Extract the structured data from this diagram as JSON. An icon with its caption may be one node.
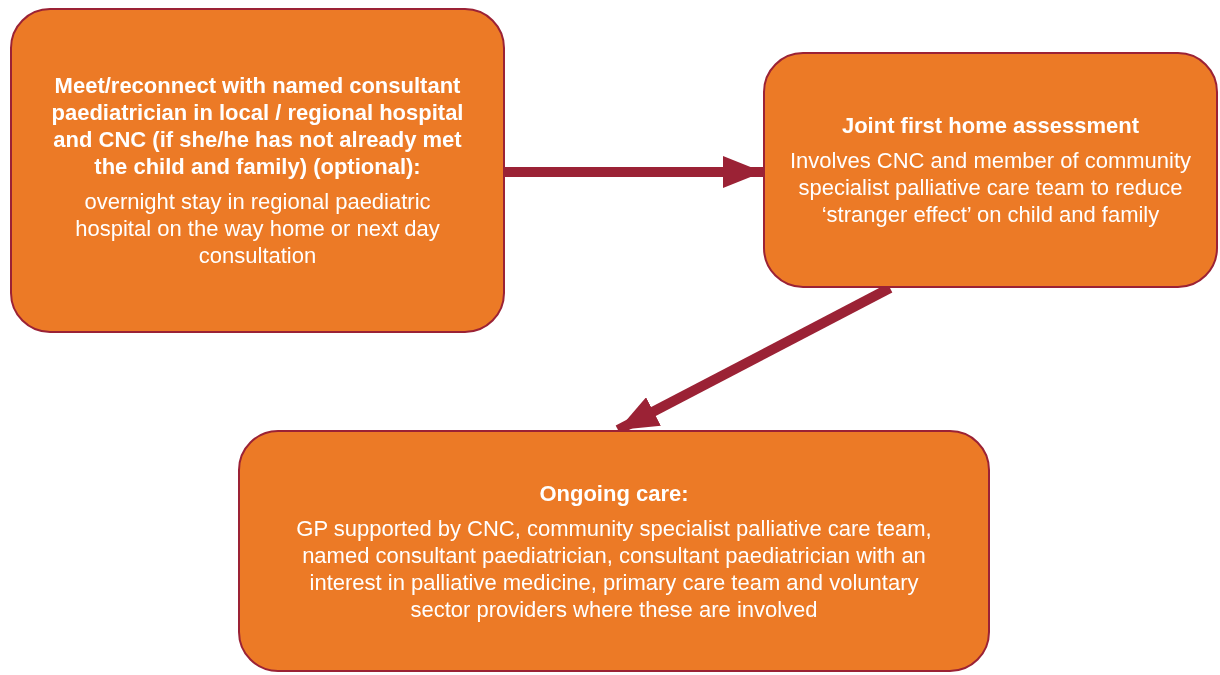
{
  "diagram": {
    "nodes": [
      {
        "text": [
          "Meet/reconnect with named consultant paediatrician in local / regional hospital and CNC (if she/he has not already met the child and family) (optional):",
          "overnight stay in regional paediatric hospital on the way home or next day consultation"
        ]
      },
      {
        "text": [
          "Joint first home assessment",
          "Involves CNC and member of community specialist palliative care team to reduce ‘stranger effect’ on child and family"
        ]
      },
      {
        "text": [
          "Ongoing care:",
          "GP supported by CNC, community specialist palliative care team, named  consultant paediatrician, consultant paediatrician with an interest in palliative medicine, primary care team and voluntary sector providers where these are involved"
        ]
      }
    ],
    "edges": [
      {
        "from": 0,
        "to": 1,
        "arrow": "to"
      },
      {
        "from": 1,
        "to": 2,
        "arrow": "to"
      }
    ]
  }
}
